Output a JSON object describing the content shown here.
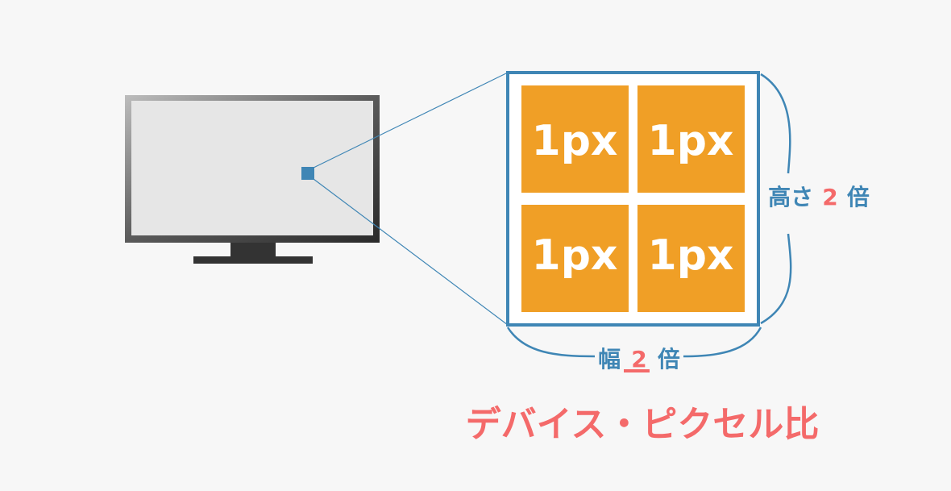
{
  "colors": {
    "background": "#f7f7f7",
    "screen": "#e6e6e6",
    "bezel_dark": "#2f2f2f",
    "bezel_light": "#a8a8a8",
    "stand": "#333333",
    "accent_blue": "#3f86b5",
    "pixel_orange": "#f09f26",
    "cell_text": "#ffffff",
    "highlight_pink": "#f46a6a"
  },
  "icons": {
    "monitor": "monitor-icon",
    "pixel_marker": "pixel-marker-icon"
  },
  "pixel_grid": {
    "rows": 2,
    "cols": 2,
    "cells": [
      "1px",
      "1px",
      "1px",
      "1px"
    ]
  },
  "height_label": {
    "prefix": "高さ",
    "number": "2",
    "suffix": "倍"
  },
  "width_label": {
    "prefix": "幅",
    "number": "2",
    "suffix": "倍"
  },
  "caption": "デバイス・ピクセル比"
}
